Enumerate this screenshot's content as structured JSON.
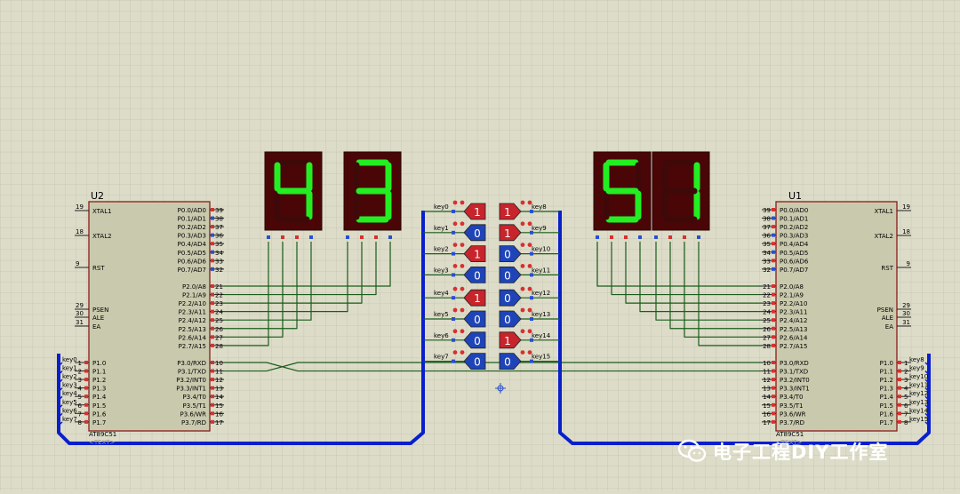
{
  "colors": {
    "background": "#dcdcc8",
    "grid": "#c3c3b0",
    "chip_fill": "#c9caad",
    "chip_border": "#8b1a1a",
    "wire": "#1a5c1a",
    "bus": "#0a1fcc",
    "segment_on": "#22ee22",
    "segment_off": "#3f0909",
    "display_bg": "#4a0606",
    "toggle_red": "#c8242b",
    "toggle_blue": "#1e44b8"
  },
  "u2": {
    "ref": "U2",
    "part": "AT89C51",
    "partref": "<TEXT>",
    "left_pins": [
      {
        "num": "19",
        "name": "XTAL1"
      },
      {
        "num": "18",
        "name": "XTAL2"
      },
      {
        "num": "9",
        "name": "RST"
      },
      {
        "num": "29",
        "name": "PSEN"
      },
      {
        "num": "30",
        "name": "ALE"
      },
      {
        "num": "31",
        "name": "EA"
      }
    ],
    "p0_pins": [
      {
        "num": "39",
        "name": "P0.0/AD0"
      },
      {
        "num": "38",
        "name": "P0.1/AD1"
      },
      {
        "num": "37",
        "name": "P0.2/AD2"
      },
      {
        "num": "36",
        "name": "P0.3/AD3"
      },
      {
        "num": "35",
        "name": "P0.4/AD4"
      },
      {
        "num": "34",
        "name": "P0.5/AD5"
      },
      {
        "num": "33",
        "name": "P0.6/AD6"
      },
      {
        "num": "32",
        "name": "P0.7/AD7"
      }
    ],
    "p2_pins": [
      {
        "num": "21",
        "name": "P2.0/A8"
      },
      {
        "num": "22",
        "name": "P2.1/A9"
      },
      {
        "num": "23",
        "name": "P2.2/A10"
      },
      {
        "num": "24",
        "name": "P2.3/A11"
      },
      {
        "num": "25",
        "name": "P2.4/A12"
      },
      {
        "num": "26",
        "name": "P2.5/A13"
      },
      {
        "num": "27",
        "name": "P2.6/A14"
      },
      {
        "num": "28",
        "name": "P2.7/A15"
      }
    ],
    "p1_pins": [
      {
        "num": "1",
        "name": "P1.0",
        "net": "key0"
      },
      {
        "num": "2",
        "name": "P1.1",
        "net": "key1"
      },
      {
        "num": "3",
        "name": "P1.2",
        "net": "key2"
      },
      {
        "num": "4",
        "name": "P1.3",
        "net": "key3"
      },
      {
        "num": "5",
        "name": "P1.4",
        "net": "key4"
      },
      {
        "num": "6",
        "name": "P1.5",
        "net": "key5"
      },
      {
        "num": "7",
        "name": "P1.6",
        "net": "key6"
      },
      {
        "num": "8",
        "name": "P1.7",
        "net": "key7"
      }
    ],
    "p3_pins": [
      {
        "num": "10",
        "name": "P3.0/RXD"
      },
      {
        "num": "11",
        "name": "P3.1/TXD"
      },
      {
        "num": "12",
        "name": "P3.2/INT0"
      },
      {
        "num": "13",
        "name": "P3.3/INT1"
      },
      {
        "num": "14",
        "name": "P3.4/T0"
      },
      {
        "num": "15",
        "name": "P3.5/T1"
      },
      {
        "num": "16",
        "name": "P3.6/WR"
      },
      {
        "num": "17",
        "name": "P3.7/RD"
      }
    ]
  },
  "u1": {
    "ref": "U1",
    "part": "AT89C51",
    "partref": "<TEXT>",
    "right_pins": [
      {
        "num": "19",
        "name": "XTAL1"
      },
      {
        "num": "18",
        "name": "XTAL2"
      },
      {
        "num": "9",
        "name": "RST"
      },
      {
        "num": "29",
        "name": "PSEN"
      },
      {
        "num": "30",
        "name": "ALE"
      },
      {
        "num": "31",
        "name": "EA"
      }
    ],
    "p0_pins": [
      {
        "num": "39",
        "name": "P0.0/AD0"
      },
      {
        "num": "38",
        "name": "P0.1/AD1"
      },
      {
        "num": "37",
        "name": "P0.2/AD2"
      },
      {
        "num": "36",
        "name": "P0.3/AD3"
      },
      {
        "num": "35",
        "name": "P0.4/AD4"
      },
      {
        "num": "34",
        "name": "P0.5/AD5"
      },
      {
        "num": "33",
        "name": "P0.6/AD6"
      },
      {
        "num": "32",
        "name": "P0.7/AD7"
      }
    ],
    "p2_pins": [
      {
        "num": "21",
        "name": "P2.0/A8"
      },
      {
        "num": "22",
        "name": "P2.1/A9"
      },
      {
        "num": "23",
        "name": "P2.2/A10"
      },
      {
        "num": "24",
        "name": "P2.3/A11"
      },
      {
        "num": "25",
        "name": "P2.4/A12"
      },
      {
        "num": "26",
        "name": "P2.5/A13"
      },
      {
        "num": "27",
        "name": "P2.6/A14"
      },
      {
        "num": "28",
        "name": "P2.7/A15"
      }
    ],
    "p3_pins": [
      {
        "num": "10",
        "name": "P3.0/RXD"
      },
      {
        "num": "11",
        "name": "P3.1/TXD"
      },
      {
        "num": "12",
        "name": "P3.2/INT0"
      },
      {
        "num": "13",
        "name": "P3.3/INT1"
      },
      {
        "num": "14",
        "name": "P3.4/T0"
      },
      {
        "num": "15",
        "name": "P3.5/T1"
      },
      {
        "num": "16",
        "name": "P3.6/WR"
      },
      {
        "num": "17",
        "name": "P3.7/RD"
      }
    ],
    "p1_pins": [
      {
        "num": "1",
        "name": "P1.0",
        "net": "key8"
      },
      {
        "num": "2",
        "name": "P1.1",
        "net": "key9"
      },
      {
        "num": "3",
        "name": "P1.2",
        "net": "key10"
      },
      {
        "num": "4",
        "name": "P1.3",
        "net": "key11"
      },
      {
        "num": "5",
        "name": "P1.4",
        "net": "key12"
      },
      {
        "num": "6",
        "name": "P1.5",
        "net": "key13"
      },
      {
        "num": "7",
        "name": "P1.6",
        "net": "key14"
      },
      {
        "num": "8",
        "name": "P1.7",
        "net": "key15"
      }
    ]
  },
  "displays": [
    {
      "id": "left-tens",
      "digit": "4"
    },
    {
      "id": "left-ones",
      "digit": "3"
    },
    {
      "id": "right-tens",
      "digit": "5"
    },
    {
      "id": "right-ones",
      "digit": "1"
    }
  ],
  "switches_left": [
    {
      "label": "key0",
      "state": "1"
    },
    {
      "label": "key1",
      "state": "0"
    },
    {
      "label": "key2",
      "state": "1"
    },
    {
      "label": "key3",
      "state": "0"
    },
    {
      "label": "key4",
      "state": "1"
    },
    {
      "label": "key5",
      "state": "0"
    },
    {
      "label": "key6",
      "state": "0"
    },
    {
      "label": "key7",
      "state": "0"
    }
  ],
  "switches_right": [
    {
      "label": "key8",
      "state": "1"
    },
    {
      "label": "key9",
      "state": "1"
    },
    {
      "label": "key10",
      "state": "0"
    },
    {
      "label": "key11",
      "state": "0"
    },
    {
      "label": "key12",
      "state": "0"
    },
    {
      "label": "key13",
      "state": "0"
    },
    {
      "label": "key14",
      "state": "1"
    },
    {
      "label": "key15",
      "state": "0"
    }
  ],
  "watermark": "电子工程DIY工作室"
}
